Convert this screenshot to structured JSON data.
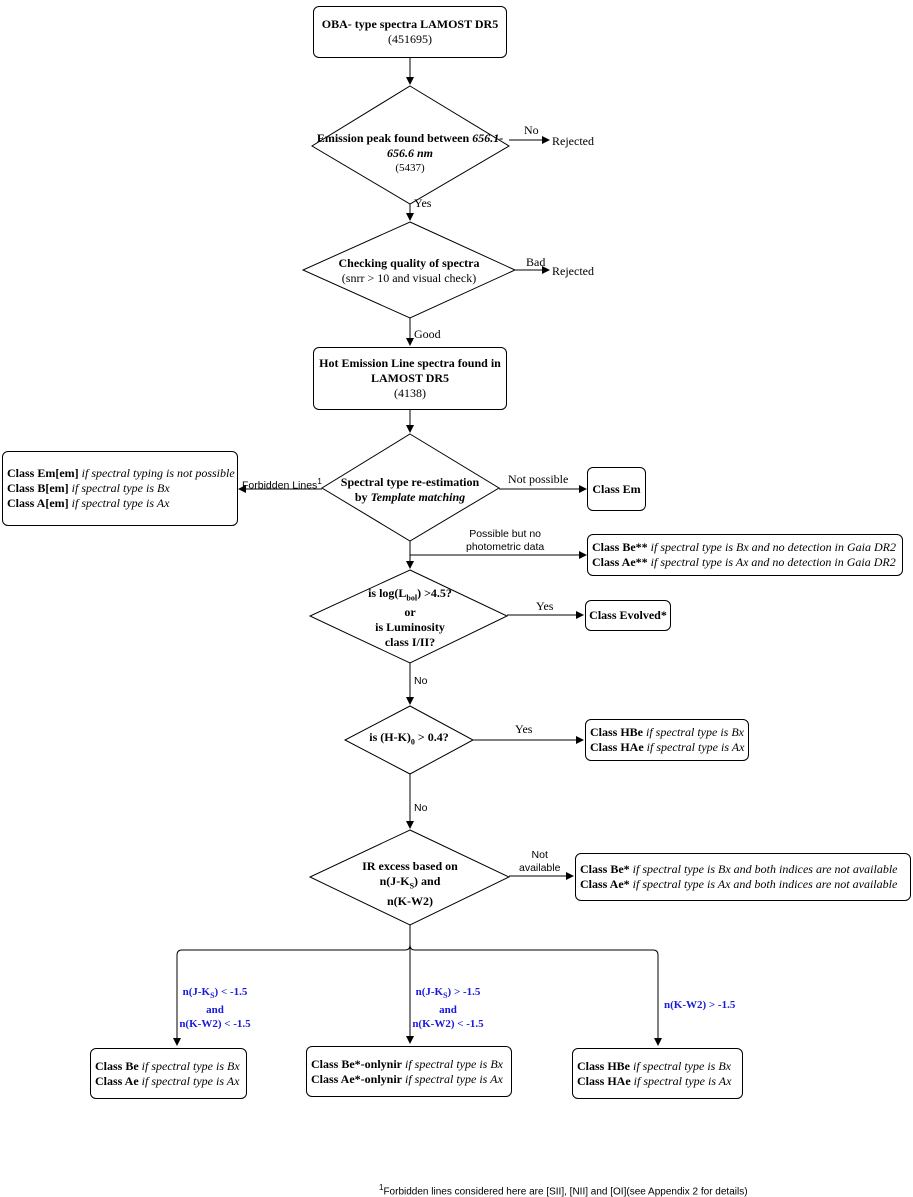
{
  "start": {
    "title": "OBA- type spectra LAMOST DR5",
    "count": "(451695)"
  },
  "d1": {
    "text_pre": "Emission peak found between ",
    "text_em1": "656.1-",
    "text_em2": "656.6 nm",
    "count": "(5437)",
    "no": "No",
    "rejected": "Rejected",
    "yes": "Yes"
  },
  "d2": {
    "title": "Checking quality of spectra",
    "sub": "(snrr > 10 and visual check)",
    "bad": "Bad",
    "rejected": "Rejected",
    "good": "Good"
  },
  "hot": {
    "line1": "Hot Emission Line spectra found in",
    "line2": "LAMOST DR5",
    "count": "(4138)"
  },
  "d3": {
    "line1": "Spectral type re-estimation",
    "line2_pre": "by ",
    "line2_em": "Template matching",
    "forbidden": "Forbidden Lines",
    "forbidden_sup": "1",
    "not_possible": "Not possible",
    "possible_1": "Possible but no",
    "possible_2": "photometric data"
  },
  "forbidden_box": [
    {
      "bold": "Class Em[em]",
      "ital": " if spectral typing is not possible"
    },
    {
      "bold": "Class B[em]",
      "ital": " if spectral type is Bx"
    },
    {
      "bold": "Class A[em]",
      "ital": " if spectral type is Ax"
    }
  ],
  "class_em": "Class Em",
  "be_star2": [
    {
      "bold": "Class Be**",
      "ital": " if spectral type is Bx and no detection in Gaia DR2"
    },
    {
      "bold": "Class Ae**",
      "ital": " if spectral type is Ax and no detection in Gaia DR2"
    }
  ],
  "d4": {
    "l1_pre": "is log(L",
    "l1_sub": "bol",
    "l1_post": ") >4.5?",
    "l2": "or",
    "l3": "is Luminosity",
    "l4": "class I/II?",
    "yes": "Yes",
    "no": "No"
  },
  "evolved": "Class Evolved*",
  "d5": {
    "pre": "is (H-K)",
    "sub": "0",
    "post": " > 0.4?",
    "yes": "Yes",
    "no": "No"
  },
  "hbe1": [
    {
      "bold": "Class HBe",
      "ital": " if spectral type is Bx"
    },
    {
      "bold": "Class HAe",
      "ital": " if spectral type is Ax"
    }
  ],
  "d6": {
    "l1": "IR excess based on",
    "l2_pre": "n(J-K",
    "l2_sub": "S",
    "l2_post": ") and",
    "l3": "n(K-W2)",
    "na1": "Not",
    "na2": "available"
  },
  "be_star1": [
    {
      "bold": "Class Be*",
      "ital": " if spectral type is Bx and both indices are not available"
    },
    {
      "bold": "Class Ae*",
      "ital": " if spectral type is Ax and both indices are not available"
    }
  ],
  "cond_left": {
    "l1_pre": "n(J-K",
    "l1_sub": "S",
    "l1_post": ") < -1.5",
    "l2": "and",
    "l3": "n(K-W2) < -1.5"
  },
  "cond_mid": {
    "l1_pre": "n(J-K",
    "l1_sub": "S",
    "l1_post": ") > -1.5",
    "l2": "and",
    "l3": "n(K-W2) < -1.5"
  },
  "cond_right": {
    "l1": "n(K-W2) > -1.5"
  },
  "final_left": [
    {
      "bold": "Class Be",
      "ital": " if spectral type is Bx"
    },
    {
      "bold": "Class Ae",
      "ital": " if spectral type is Ax"
    }
  ],
  "final_mid": [
    {
      "bold": "Class Be*-onlynir",
      "ital": " if spectral type is Bx"
    },
    {
      "bold": "Class Ae*-onlynir",
      "ital": " if spectral type is Ax"
    }
  ],
  "final_right": [
    {
      "bold": "Class HBe",
      "ital": " if spectral type is Bx"
    },
    {
      "bold": "Class HAe",
      "ital": " if spectral type is Ax"
    }
  ],
  "footnote": {
    "sup": "1",
    "text": "Forbidden lines considered here are [SII], [NII] and [OI](see Appendix 2 for details)"
  }
}
